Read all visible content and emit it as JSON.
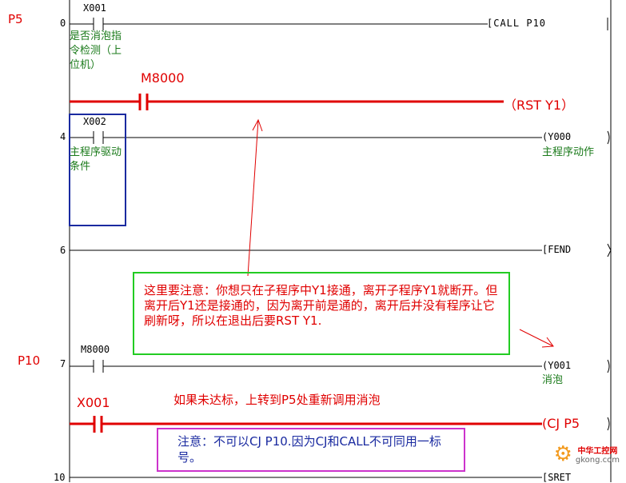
{
  "pointers": {
    "p5": "P5",
    "p10": "P10"
  },
  "steps": {
    "s0": "0",
    "s4": "4",
    "s6": "6",
    "s7": "7",
    "s10": "10"
  },
  "rungs": {
    "r0": {
      "contact": "X001",
      "comment": "是否消泡指令检测（上位机）",
      "instruction": "[CALL    P10"
    },
    "added_rst": {
      "contact": "M8000",
      "output": "（RST  Y1）"
    },
    "r4": {
      "contact": "X002",
      "comment": "主程序驱动条件",
      "output": "(Y000",
      "output_comment": "主程序动作"
    },
    "r6": {
      "instruction": "[FEND"
    },
    "r7": {
      "contact": "M8000",
      "output": "(Y001",
      "output_comment": "消泡"
    },
    "added_cj": {
      "contact": "X001",
      "output": "(CJ  P5"
    },
    "r10": {
      "instruction": "[SRET"
    }
  },
  "annotations": {
    "green_note": "这里要注意：你想只在子程序中Y1接通，离开子程序Y1就断开。但离开后Y1还是接通的，因为离开前是通的，离开后并没有程序让它刷新呀，所以在退出后要RST  Y1.",
    "red_note": "如果未达标，上转到P5处重新调用消泡",
    "purple_note": "注意：不可以CJ P10.因为CJ和CALL不可同用一标号。"
  },
  "watermark": {
    "name": "中华工控网",
    "url": "gkong.com"
  },
  "colors": {
    "red": "#e00000",
    "green_border": "#22cc22",
    "blue_border": "#1a2aa0",
    "purple_border": "#cc33cc",
    "comment_green": "#1a7a1a",
    "note_blue": "#1a2aa0"
  }
}
